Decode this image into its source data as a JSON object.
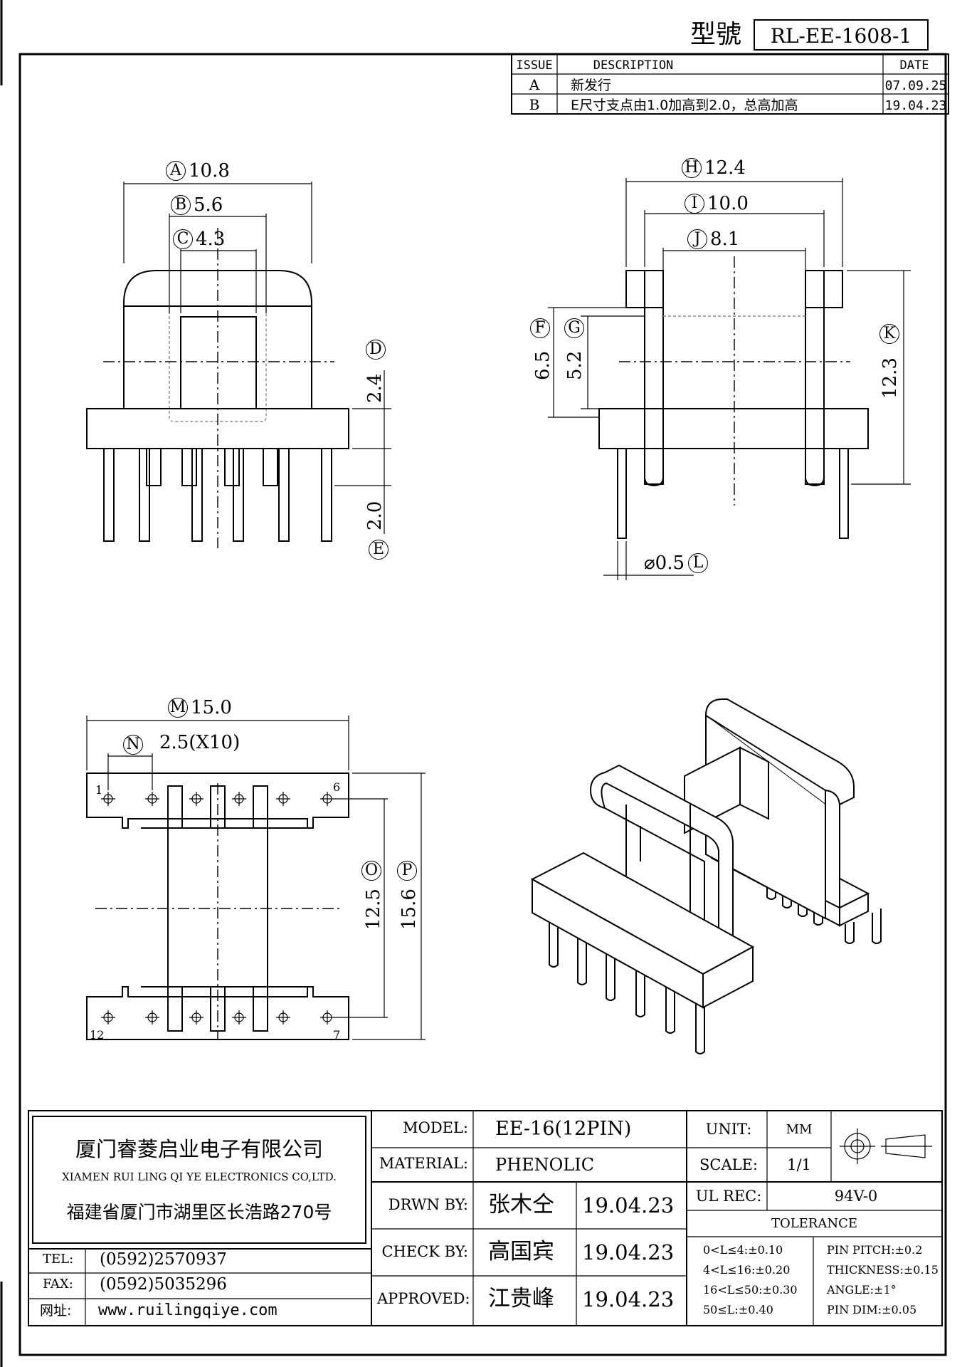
{
  "header": {
    "model_label": "型號",
    "model_number": "RL-EE-1608-1"
  },
  "revision_table": {
    "headers": [
      "ISSUE",
      "DESCRIPTION",
      "DATE"
    ],
    "rows": [
      {
        "issue": "A",
        "description": "新发行",
        "date": "07.09.25"
      },
      {
        "issue": "B",
        "description": "E尺寸支点由1.0加高到2.0，总高加高",
        "date": "19.04.23"
      }
    ]
  },
  "dimensions": {
    "A": {
      "letter": "A",
      "value": "10.8"
    },
    "B": {
      "letter": "B",
      "value": "5.6"
    },
    "C": {
      "letter": "C",
      "value": "4.3"
    },
    "D": {
      "letter": "D",
      "value": "2.4"
    },
    "E": {
      "letter": "E",
      "value": "2.0"
    },
    "F": {
      "letter": "F",
      "value": "6.5"
    },
    "G": {
      "letter": "G",
      "value": "5.2"
    },
    "H": {
      "letter": "H",
      "value": "12.4"
    },
    "I": {
      "letter": "I",
      "value": "10.0"
    },
    "J": {
      "letter": "J",
      "value": "8.1"
    },
    "K": {
      "letter": "K",
      "value": "12.3"
    },
    "L": {
      "letter": "L",
      "value": "⌀0.5"
    },
    "M": {
      "letter": "M",
      "value": "15.0"
    },
    "N": {
      "letter": "N",
      "value": "2.5(X10)"
    },
    "O": {
      "letter": "O",
      "value": "12.5"
    },
    "P": {
      "letter": "P",
      "value": "15.6"
    }
  },
  "pin_numbers": {
    "p1": "1",
    "p6": "6",
    "p7": "7",
    "p12": "12"
  },
  "company": {
    "name_cn": "厦门睿菱启业电子有限公司",
    "name_en": "XIAMEN RUI LING QI YE ELECTRONICS CO,LTD.",
    "address": "福建省厦门市湖里区长浩路270号",
    "tel_label": "TEL:",
    "tel": "(0592)2570937",
    "fax_label": "FAX:",
    "fax": "(0592)5035296",
    "web_label": "网址:",
    "web": "www.ruilingqiye.com"
  },
  "title_block": {
    "model_label": "MODEL:",
    "model": "EE-16(12PIN)",
    "material_label": "MATERIAL:",
    "material": "PHENOLIC",
    "drawn_label": "DRWN BY:",
    "drawn_name": "张木仝",
    "drawn_date": "19.04.23",
    "check_label": "CHECK BY:",
    "check_name": "高国宾",
    "check_date": "19.04.23",
    "approved_label": "APPROVED:",
    "approved_name": "江贵峰",
    "approved_date": "19.04.23",
    "unit_label": "UNIT:",
    "unit": "MM",
    "scale_label": "SCALE:",
    "scale": "1/1",
    "ul_label": "UL REC:",
    "ul": "94V-0",
    "tolerance_label": "TOLERANCE",
    "tolerance_left": [
      "0<L≤4:±0.10",
      "4<L≤16:±0.20",
      "16<L≤50:±0.30",
      "50≤L:±0.40"
    ],
    "tolerance_right": [
      "PIN PITCH:±0.2",
      "THICKNESS:±0.15",
      "ANGLE:±1°",
      "PIN DIM:±0.05"
    ]
  }
}
